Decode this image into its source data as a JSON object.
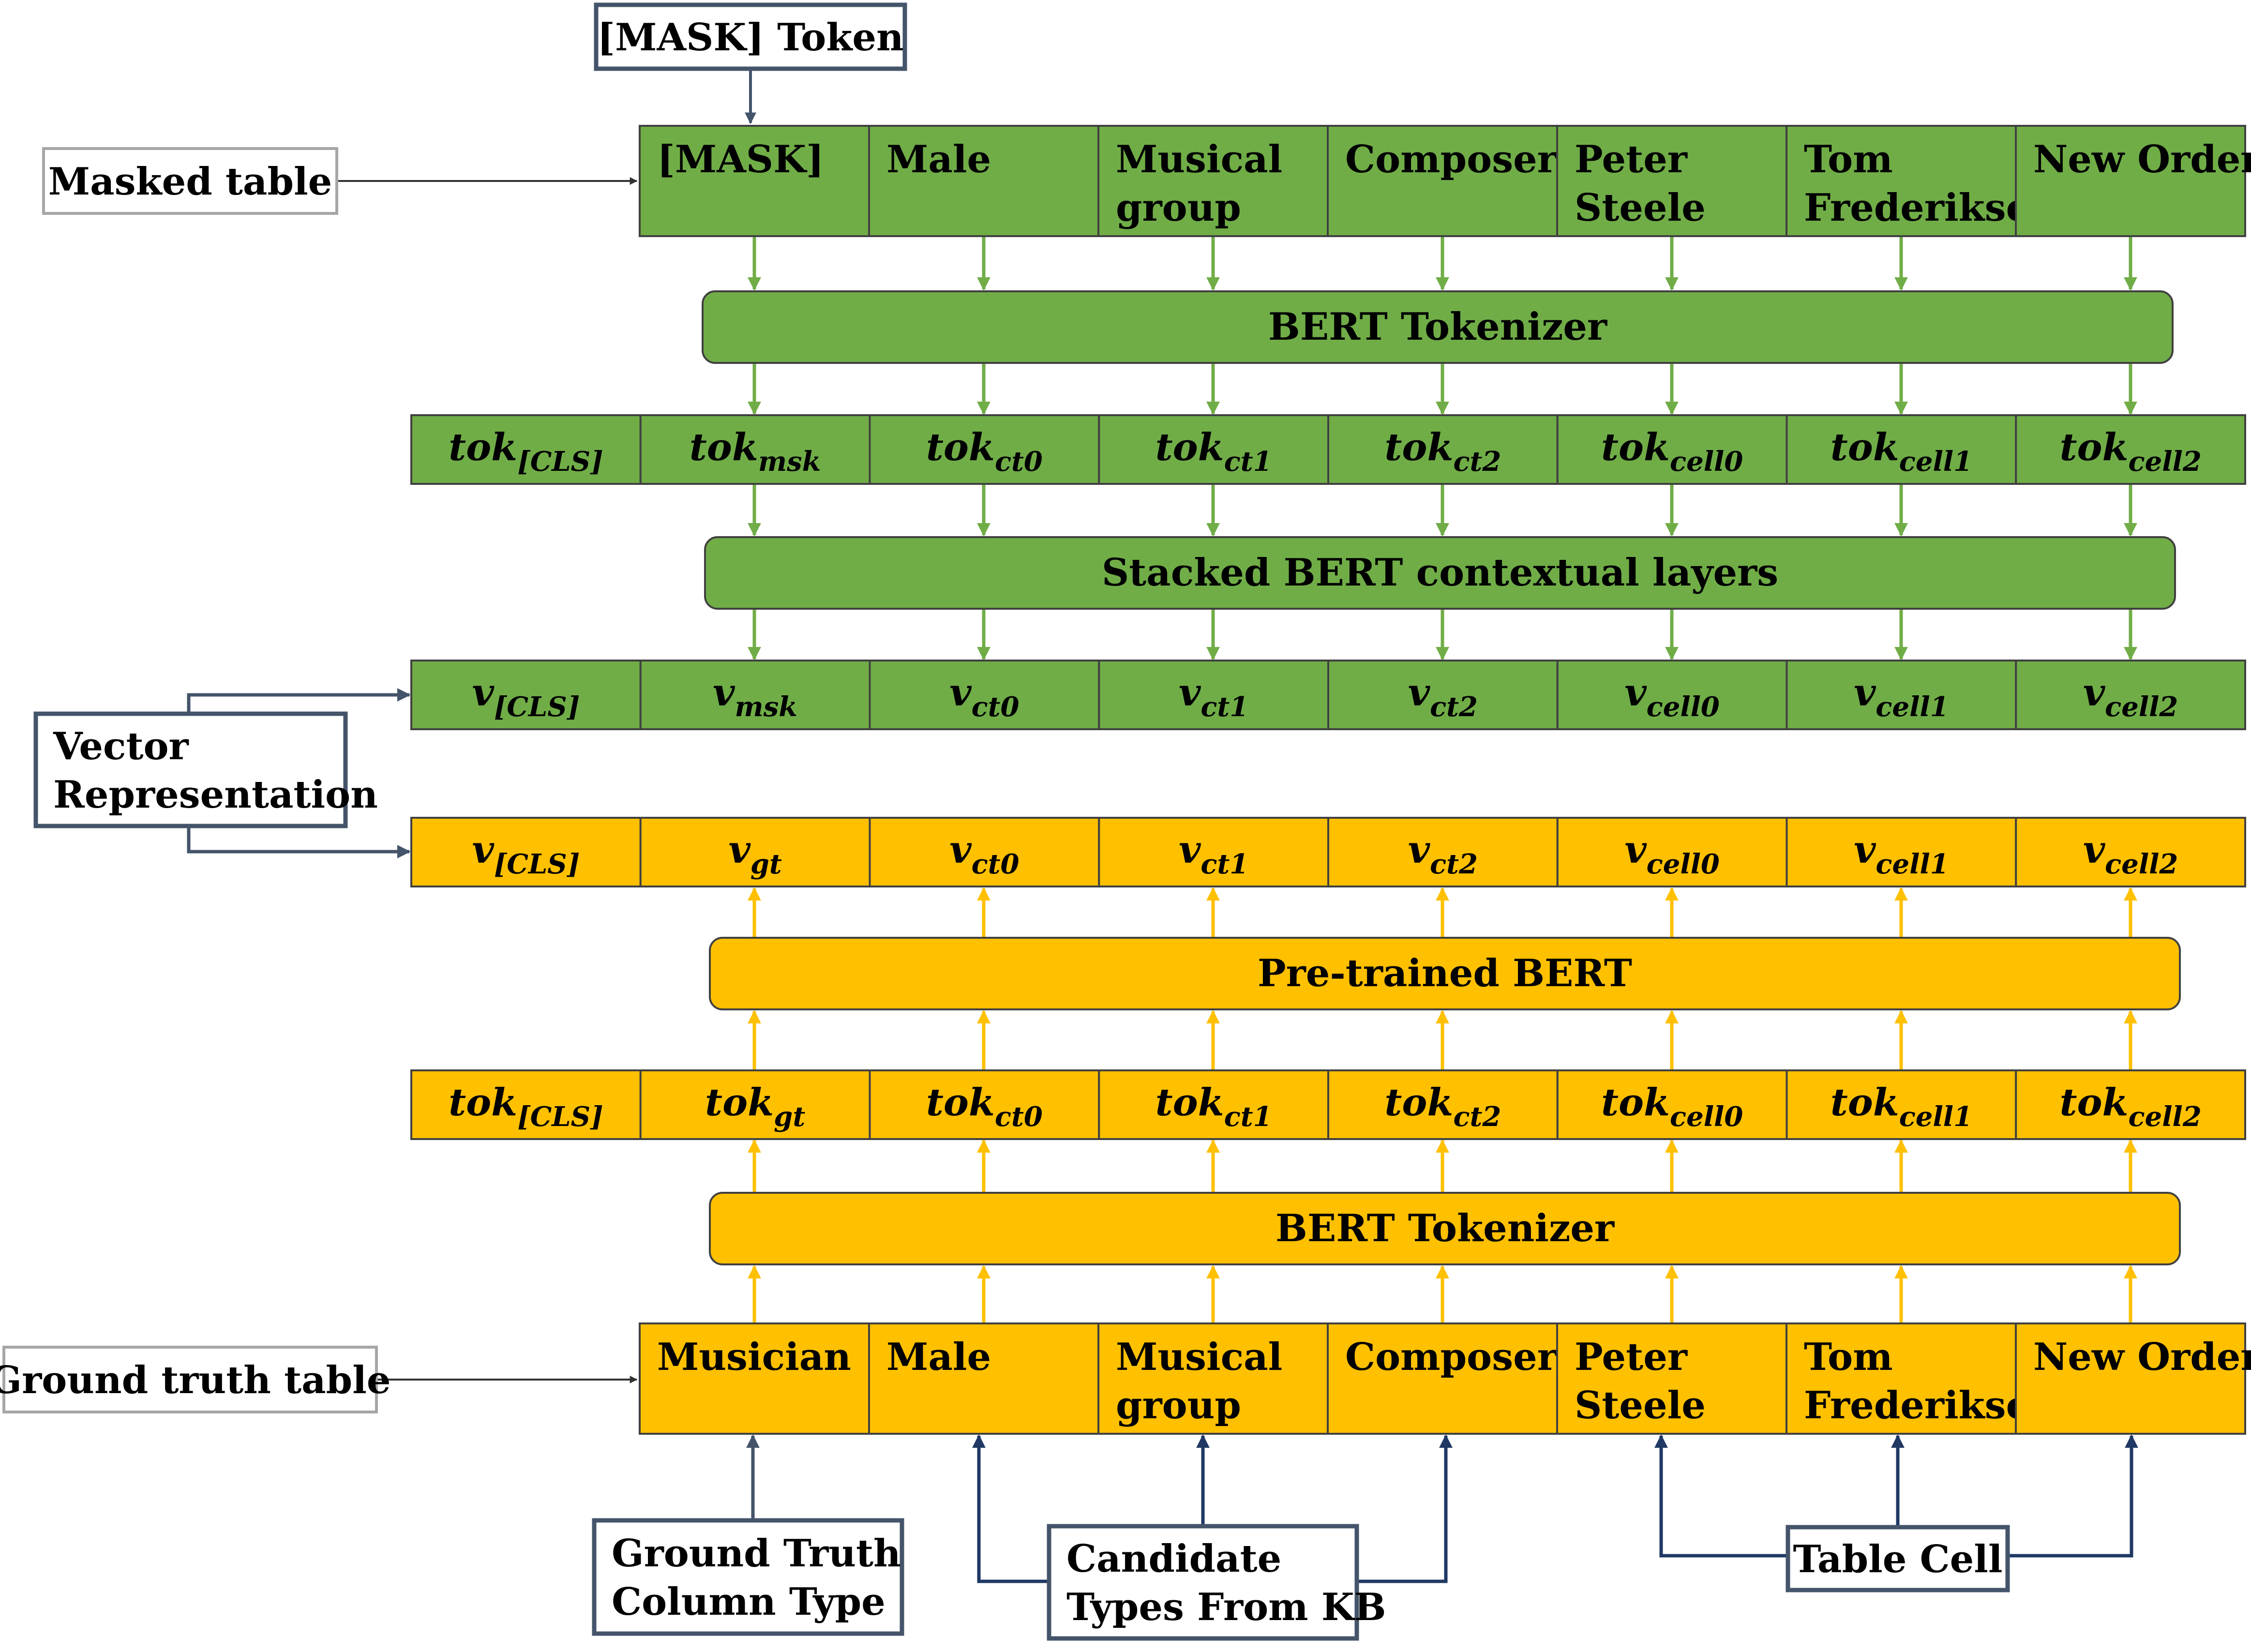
{
  "colors": {
    "green": "#70ad47",
    "yellow": "#ffc000",
    "navy": "#1f3864",
    "gray_border": "#a6a6a6",
    "slate": "#44546a"
  },
  "labels": {
    "mask_token": "[MASK] Token",
    "masked_table": "Masked table",
    "ground_truth_table": "Ground truth table",
    "vector_representation": [
      "Vector",
      "Representation"
    ],
    "ground_truth_column_type": [
      "Ground Truth",
      "Column Type"
    ],
    "candidate_types": [
      "Candidate",
      "Types From KB"
    ],
    "table_cell": "Table Cell"
  },
  "masked_table_cells": [
    [
      "[MASK]"
    ],
    [
      "Male"
    ],
    [
      "Musical",
      "group"
    ],
    [
      "Composer"
    ],
    [
      "Peter",
      "Steele"
    ],
    [
      "Tom",
      "Frederikse"
    ],
    [
      "New Order"
    ]
  ],
  "ground_truth_cells": [
    [
      "Musician"
    ],
    [
      "Male"
    ],
    [
      "Musical",
      "group"
    ],
    [
      "Composer"
    ],
    [
      "Peter",
      "Steele"
    ],
    [
      "Tom",
      "Frederikse"
    ],
    [
      "New Order"
    ]
  ],
  "bars": {
    "tokenizer_top": "BERT Tokenizer",
    "stacked": "Stacked BERT contextual layers",
    "pretrained": "Pre-trained BERT",
    "tokenizer_bottom": "BERT Tokenizer"
  },
  "rows": {
    "tok_top": [
      {
        "base": "tok",
        "sub": "[CLS]"
      },
      {
        "base": "tok",
        "sub": "msk"
      },
      {
        "base": "tok",
        "sub": "ct0"
      },
      {
        "base": "tok",
        "sub": "ct1"
      },
      {
        "base": "tok",
        "sub": "ct2"
      },
      {
        "base": "tok",
        "sub": "cell0"
      },
      {
        "base": "tok",
        "sub": "cell1"
      },
      {
        "base": "tok",
        "sub": "cell2"
      }
    ],
    "v_top": [
      {
        "base": "v",
        "sub": "[CLS]"
      },
      {
        "base": "v",
        "sub": "msk"
      },
      {
        "base": "v",
        "sub": "ct0"
      },
      {
        "base": "v",
        "sub": "ct1"
      },
      {
        "base": "v",
        "sub": "ct2"
      },
      {
        "base": "v",
        "sub": "cell0"
      },
      {
        "base": "v",
        "sub": "cell1"
      },
      {
        "base": "v",
        "sub": "cell2"
      }
    ],
    "v_bottom": [
      {
        "base": "v",
        "sub": "[CLS]"
      },
      {
        "base": "v",
        "sub": "gt"
      },
      {
        "base": "v",
        "sub": "ct0"
      },
      {
        "base": "v",
        "sub": "ct1"
      },
      {
        "base": "v",
        "sub": "ct2"
      },
      {
        "base": "v",
        "sub": "cell0"
      },
      {
        "base": "v",
        "sub": "cell1"
      },
      {
        "base": "v",
        "sub": "cell2"
      }
    ],
    "tok_bottom": [
      {
        "base": "tok",
        "sub": "[CLS]"
      },
      {
        "base": "tok",
        "sub": "gt"
      },
      {
        "base": "tok",
        "sub": "ct0"
      },
      {
        "base": "tok",
        "sub": "ct1"
      },
      {
        "base": "tok",
        "sub": "ct2"
      },
      {
        "base": "tok",
        "sub": "cell0"
      },
      {
        "base": "tok",
        "sub": "cell1"
      },
      {
        "base": "tok",
        "sub": "cell2"
      }
    ]
  }
}
